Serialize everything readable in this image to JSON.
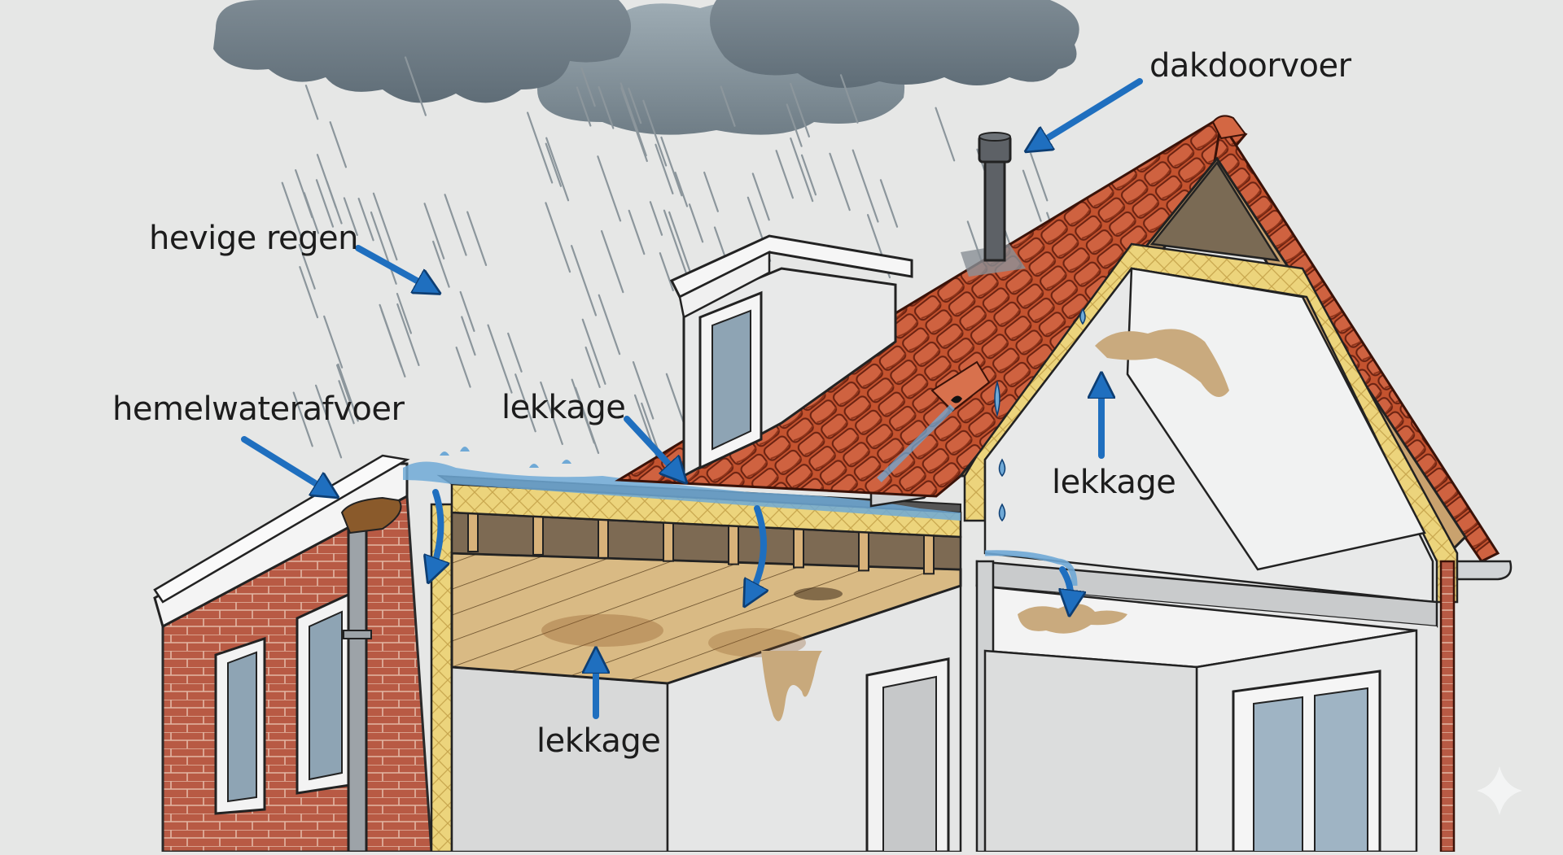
{
  "diagram": {
    "subject": "Roof leakage during heavy rain (cross-section of a house)",
    "language": "nl",
    "labels": {
      "heavy_rain": "hevige regen",
      "roof_penetration": "dakdoorvoer",
      "rainwater_drain": "hemelwaterafvoer",
      "leak_roof": "lekkage",
      "leak_attic": "lekkage",
      "leak_ceiling": "lekkage"
    },
    "colors": {
      "background": "#e6e7e6",
      "arrow": "#1f6fbf",
      "arrow_outline": "#0d3e73",
      "roof_tile": "#c2502f",
      "brick": "#b4533d",
      "insulation": "#ead27a",
      "wood_ceiling": "#d8b880",
      "cloud": "#6d7b85",
      "water": "#6fa9d6",
      "stain": "#c9aa7e",
      "wall": "#dcdddd",
      "pipe": "#8a8f94"
    },
    "watermark_icon": "sparkle-icon"
  }
}
